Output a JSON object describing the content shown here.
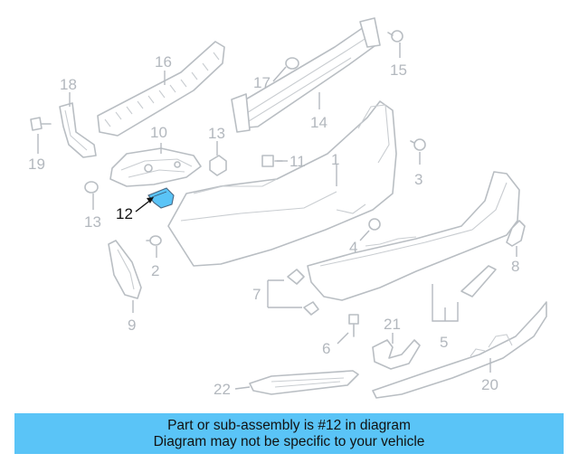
{
  "callouts": {
    "c1": "1",
    "c2": "2",
    "c3": "3",
    "c4": "4",
    "c5": "5",
    "c6": "6",
    "c7": "7",
    "c8": "8",
    "c9": "9",
    "c10": "10",
    "c11": "11",
    "c12": "12",
    "c13a": "13",
    "c13b": "13",
    "c14": "14",
    "c15": "15",
    "c16": "16",
    "c17": "17",
    "c18": "18",
    "c19": "19",
    "c20": "20",
    "c21": "21",
    "c22": "22"
  },
  "highlight": {
    "part_number": "12",
    "color": "#5ac4f7"
  },
  "banner": {
    "line1": "Part or sub-assembly is #12 in diagram",
    "line2": "Diagram may not be specific to your vehicle",
    "background": "#5ac4f7"
  },
  "colors": {
    "line_art": "#b9bec3",
    "active_label": "#111111"
  }
}
